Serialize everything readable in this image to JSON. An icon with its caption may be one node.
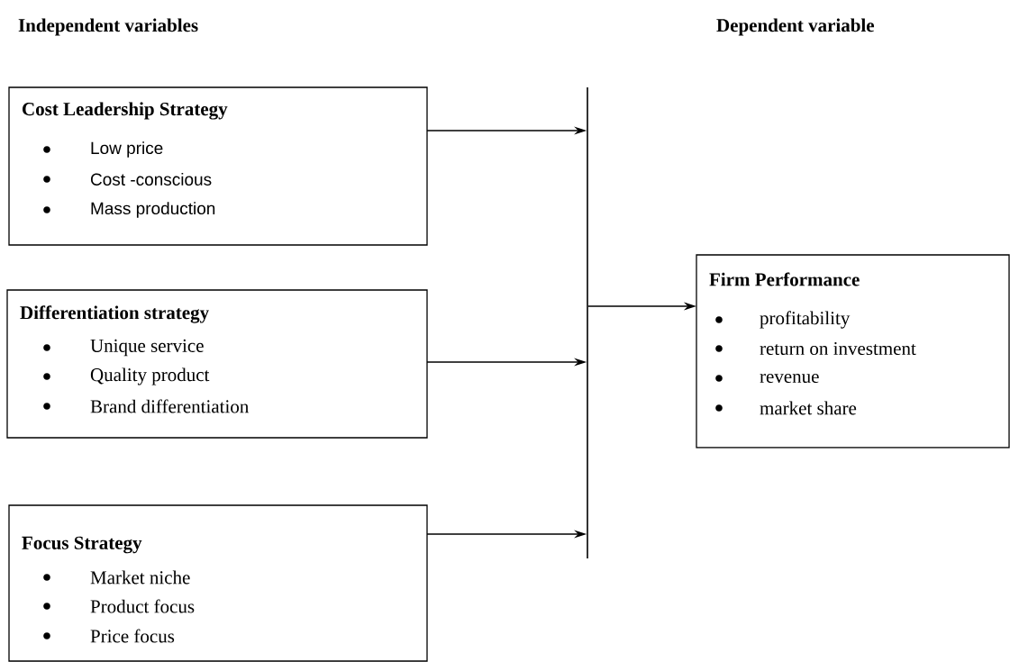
{
  "diagram": {
    "nodes": [
      {
        "text": [
          "Cost Leadership Strategy",
          "Low  price",
          "Cost -conscious",
          "Mass production"
        ]
      },
      {
        "text": [
          "Differentiation strategy",
          "Unique service",
          "Quality product",
          "Brand differentiation"
        ]
      },
      {
        "text": [
          "Focus Strategy",
          "Market niche",
          "Product focus",
          "Price focus"
        ]
      },
      {
        "text": [
          "Firm Performance",
          "profitability",
          "return on investment",
          "revenue",
          "market share"
        ]
      },
      {
        "text": [],
        "shape": "bar"
      }
    ],
    "edges": [
      {
        "from": 0,
        "to": 4,
        "arrow": "to"
      },
      {
        "from": 1,
        "to": 4,
        "arrow": "to"
      },
      {
        "from": 2,
        "to": 4,
        "arrow": "to"
      },
      {
        "from": 4,
        "to": 3,
        "arrow": "to"
      }
    ],
    "labels": [
      "Independent variables",
      "Dependent variable"
    ]
  }
}
